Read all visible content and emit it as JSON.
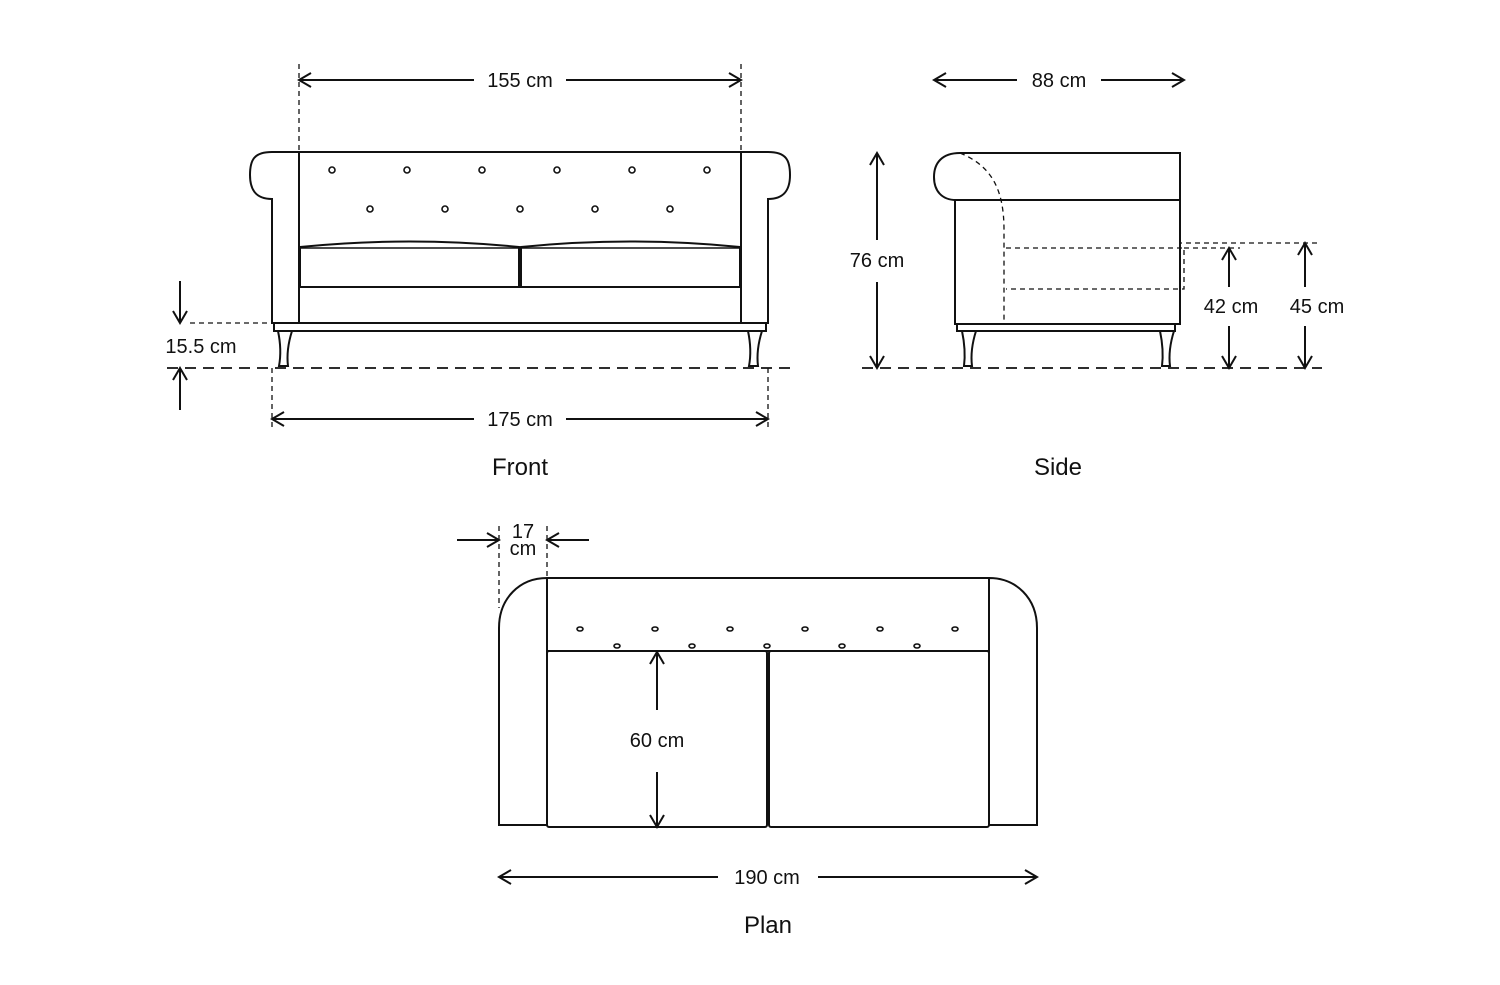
{
  "views": {
    "front": {
      "label": "Front",
      "dims": {
        "inner_width": "155 cm",
        "overall_width": "175 cm",
        "leg_height": "15.5 cm"
      }
    },
    "side": {
      "label": "Side",
      "dims": {
        "depth": "88 cm",
        "height": "76 cm",
        "seat_height_cushion": "42 cm",
        "seat_height_top": "45 cm"
      }
    },
    "plan": {
      "label": "Plan",
      "dims": {
        "arm_width": [
          "17",
          "cm"
        ],
        "seat_depth": "60 cm",
        "overall_width": "190 cm"
      }
    }
  },
  "colors": {
    "line": "#111111",
    "background": "#ffffff"
  }
}
